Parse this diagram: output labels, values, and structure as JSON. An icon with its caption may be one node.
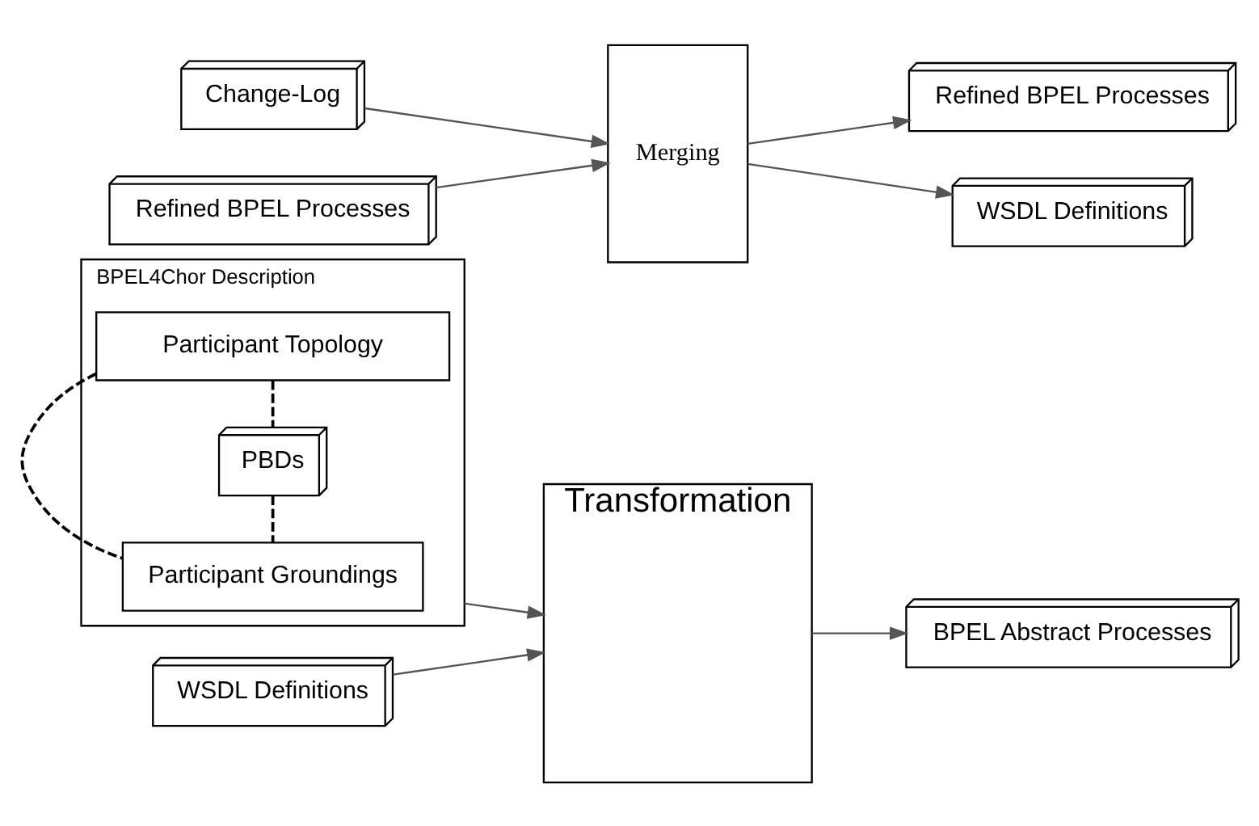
{
  "diagram": {
    "nodes": [
      {
        "text": [
          "BPEL4Chor Description"
        ]
      },
      {
        "text": [
          "Participant Topology"
        ],
        "in": 0
      },
      {
        "text": [
          "PBDs"
        ],
        "in": 0
      },
      {
        "text": [
          "Participant Groundings"
        ],
        "in": 0
      },
      {
        "text": [
          "WSDL Definitions"
        ]
      },
      {
        "text": [
          "Transformation"
        ]
      },
      {
        "text": [
          "Merging"
        ]
      },
      {
        "text": [
          "BPEL Abstract Processes"
        ]
      },
      {
        "text": [
          "Refined BPEL Processes"
        ]
      },
      {
        "text": [
          "WSDL Definitions"
        ]
      },
      {
        "text": [
          "Change-Log"
        ]
      },
      {
        "text": [
          "Refined BPEL Processes"
        ]
      }
    ],
    "edges": [
      {
        "from": 1,
        "to": 2,
        "arrow": "none",
        "style": "dashed"
      },
      {
        "from": 1,
        "to": 3,
        "arrow": "none",
        "style": "dashed"
      },
      {
        "from": 2,
        "to": 3,
        "arrow": "none",
        "style": "dashed"
      },
      {
        "from": 0,
        "to": 5,
        "arrow": "to"
      },
      {
        "from": 4,
        "to": 5,
        "arrow": "to"
      },
      {
        "from": 5,
        "to": 7,
        "arrow": "to"
      },
      {
        "from": 6,
        "to": 8,
        "arrow": "to"
      },
      {
        "from": 6,
        "to": 9,
        "arrow": "to"
      },
      {
        "from": 10,
        "to": 6,
        "arrow": "to"
      },
      {
        "from": 11,
        "to": 6,
        "arrow": "to"
      }
    ]
  }
}
